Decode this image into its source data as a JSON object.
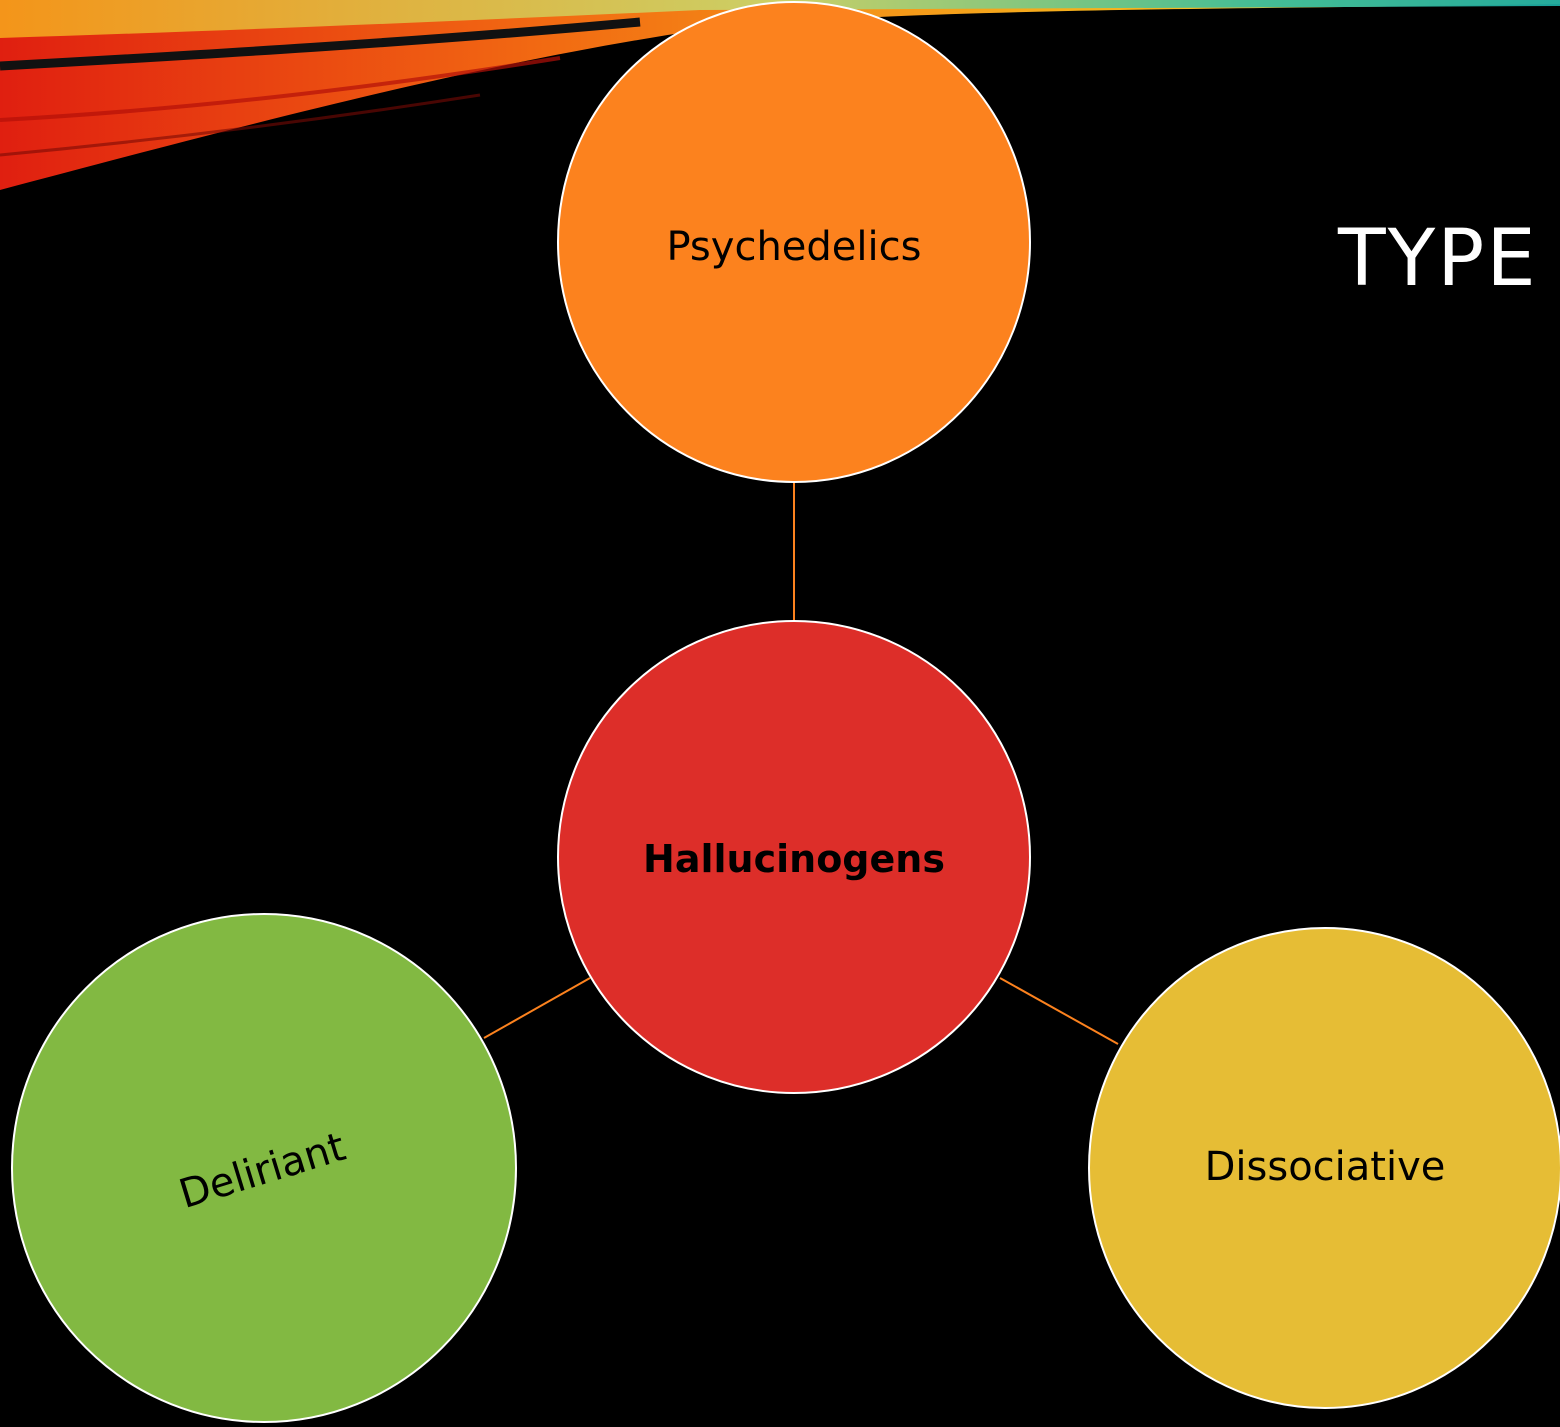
{
  "slide": {
    "title_fragment": "TYPE",
    "background": "#000000"
  },
  "diagram": {
    "center": {
      "label": "Hallucinogens",
      "color": "#dd2e29"
    },
    "branches": [
      {
        "key": "top",
        "label": "Psychedelics",
        "color": "#fc821e"
      },
      {
        "key": "left",
        "label": "Deliriant",
        "color": "#82b942"
      },
      {
        "key": "right",
        "label": "Dissociative",
        "color": "#e6bd35"
      }
    ],
    "connector_color": "#fc821e",
    "outline_color": "#ffffff"
  }
}
